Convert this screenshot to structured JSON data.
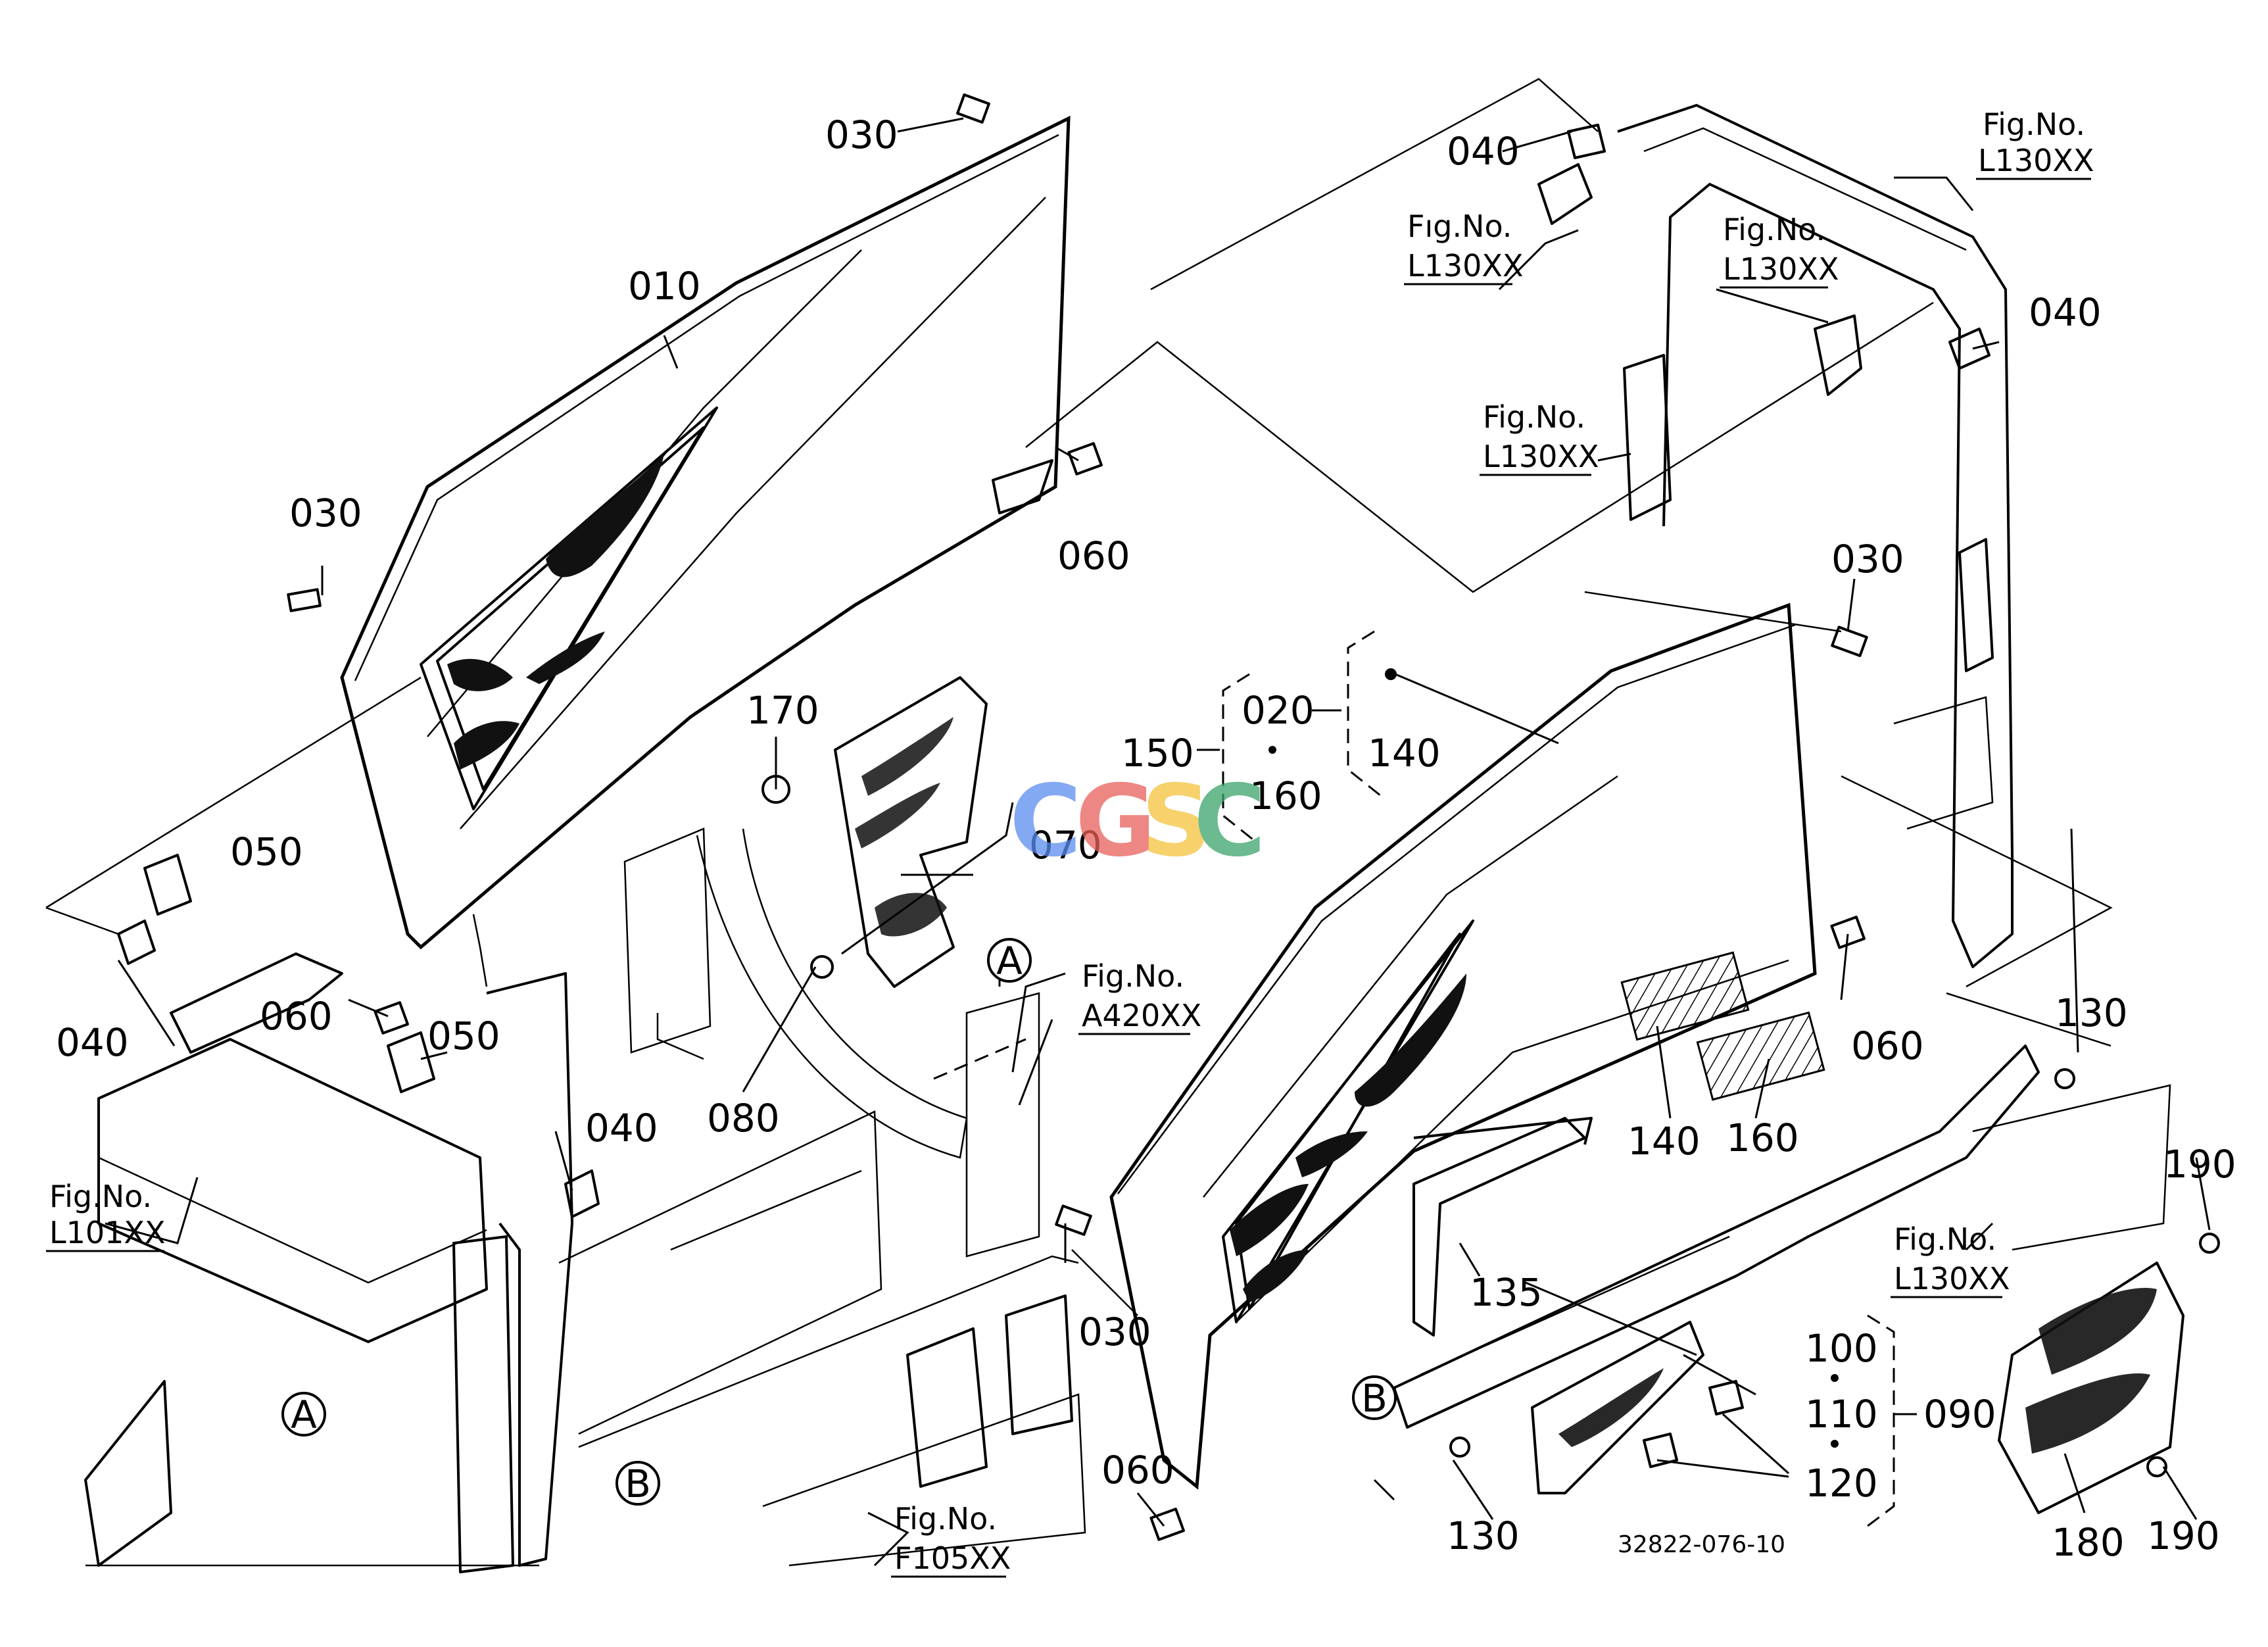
{
  "callouts": {
    "c010": "010",
    "c020": "020",
    "c030a": "030",
    "c030b": "030",
    "c030c": "030",
    "c030d": "030",
    "c040a": "040",
    "c040b": "040",
    "c040c": "040",
    "c040d": "040",
    "c050a": "050",
    "c050b": "050",
    "c060a": "060",
    "c060b": "060",
    "c060c": "060",
    "c060d": "060",
    "c070": "070",
    "c080": "080",
    "c090": "090",
    "c100": "100",
    "c110": "110",
    "c120": "120",
    "c130a": "130",
    "c130b": "130",
    "c135": "135",
    "c140a": "140",
    "c140b": "140",
    "c150": "150",
    "c160a": "160",
    "c160b": "160",
    "c170": "170",
    "c180": "180",
    "c190a": "190",
    "c190b": "190"
  },
  "fig_refs": {
    "label": "Fig.No.",
    "label_alt": "Fıg.No.",
    "l130_1": "L130XX",
    "l130_2": "L130XX",
    "l130_3": "L130XX",
    "l130_4": "L130XX",
    "l130_5": "L130XX",
    "l101": "L101XX",
    "a420": "A420XX",
    "f105": "F105XX"
  },
  "ref_marks": {
    "a1": "A",
    "a2": "A",
    "b1": "B",
    "b2": "B"
  },
  "doc_number": "32822-076-10",
  "watermark": {
    "letters": [
      "C",
      "G",
      "S",
      "C"
    ],
    "colors": [
      "#5b8def",
      "#e8605a",
      "#f3c23c",
      "#3aa36b"
    ]
  }
}
